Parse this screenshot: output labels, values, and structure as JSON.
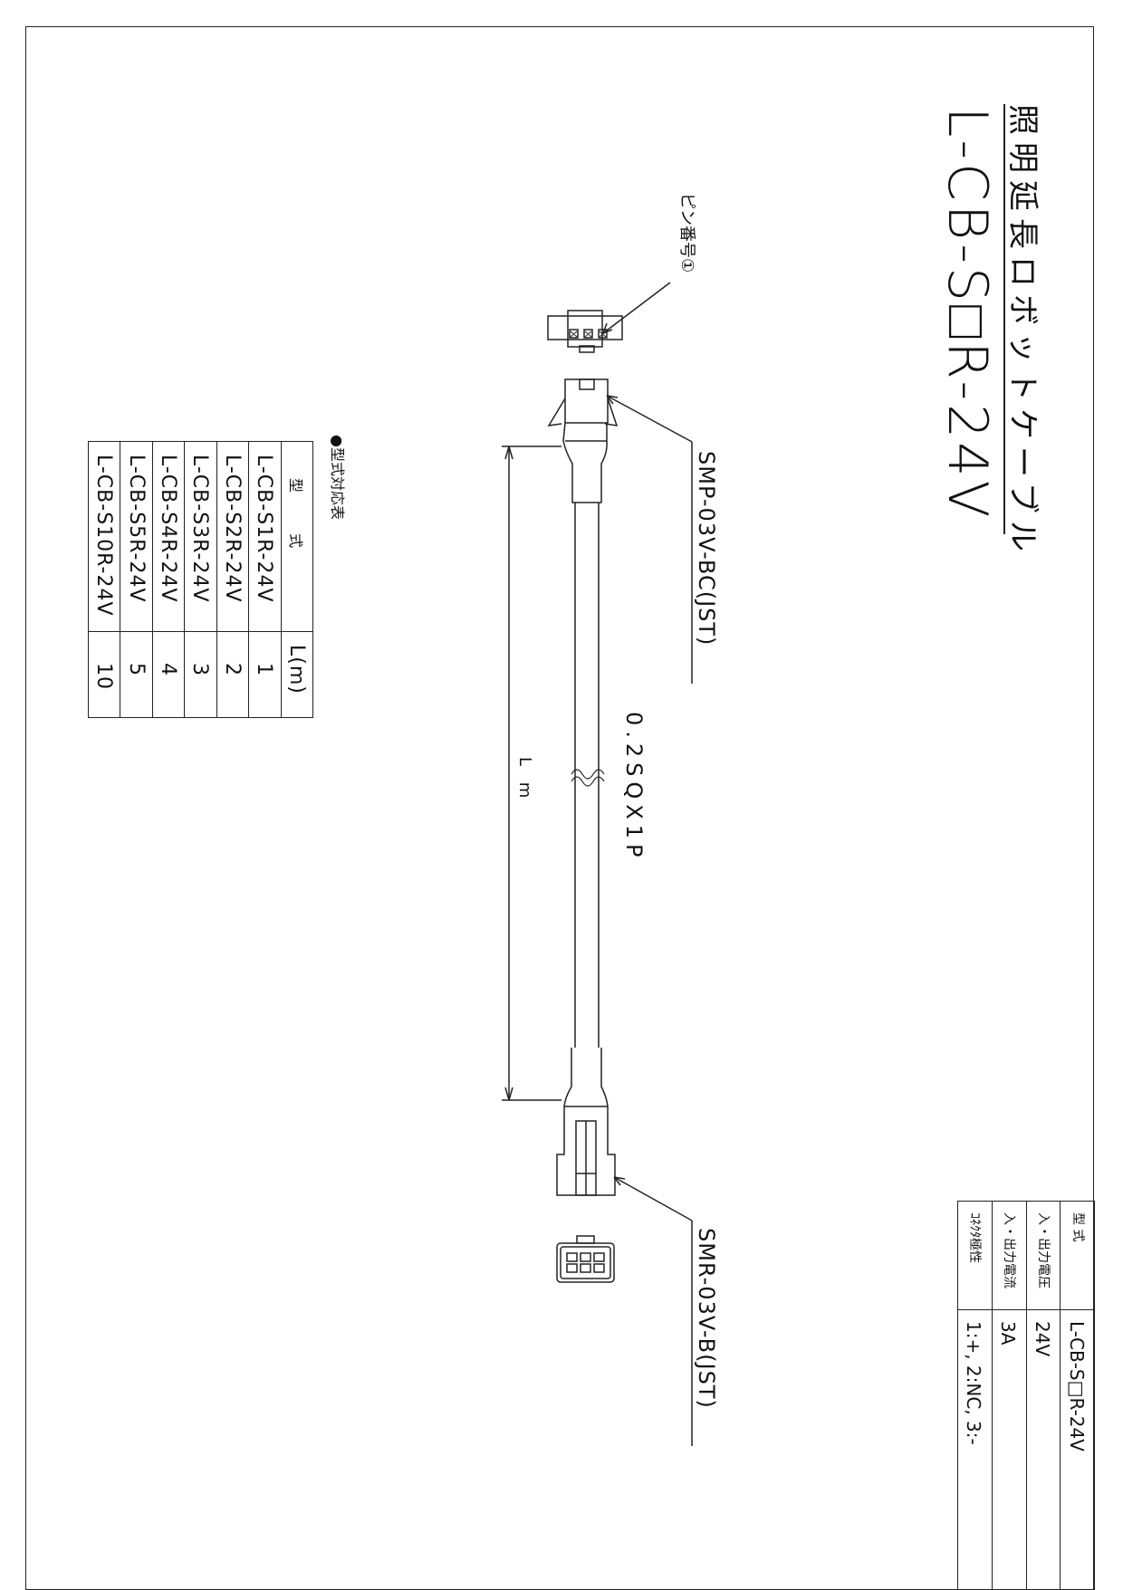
{
  "drawing": {
    "title_jp": "照明延長ロボットケーブル",
    "title_model": "L-CB-S□R-24V",
    "pin_label": "ピン番号①",
    "connector_top_label": "SMP-03V-BC(JST)",
    "connector_bottom_label": "SMR-03V-B(JST)",
    "cable_spec": "0.2SQX1P",
    "length_label": "L m"
  },
  "model_table": {
    "heading": "●型式対応表",
    "columns": [
      "型 式",
      "L(m)"
    ],
    "rows": [
      {
        "model": "L-CB-S1R-24V",
        "length": "1"
      },
      {
        "model": "L-CB-S2R-24V",
        "length": "2"
      },
      {
        "model": "L-CB-S3R-24V",
        "length": "3"
      },
      {
        "model": "L-CB-S4R-24V",
        "length": "4"
      },
      {
        "model": "L-CB-S5R-24V",
        "length": "5"
      },
      {
        "model": "L-CB-S10R-24V",
        "length": "10"
      }
    ]
  },
  "spec_table": {
    "rows": [
      {
        "label": "型 式",
        "value": "L-CB-S□R-24V"
      },
      {
        "label": "入・出力電圧",
        "value": "24V"
      },
      {
        "label": "入・出力電流",
        "value": "3A"
      },
      {
        "label": "ｺﾈｸﾀ極性",
        "value": "1:+, 2:NC, 3:-"
      }
    ]
  }
}
